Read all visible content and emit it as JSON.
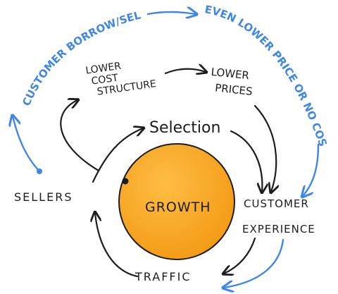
{
  "colors": {
    "ink": "#1c1c1c",
    "loop_blue": "#3f86e6",
    "growth_fill": "#f29a14",
    "growth_highlight": "#ffbd44"
  },
  "labels": {
    "customer_borrow_sell": "CUSTOMER BORROW/SELL",
    "even_lower_price": "EVEN LOWER PRICE OR NO COST",
    "lower_cost_line1": "LOWER",
    "lower_cost_line2": "COST",
    "lower_cost_line3": "STRUCTURE",
    "lower_prices_line1": "LOWER",
    "lower_prices_line2": "PRICES",
    "selection": "Selection",
    "sellers": "SELLERS",
    "growth": "GROWTH",
    "customer_experience_line1": "CUSTOMER",
    "customer_experience_line2": "EXPERIENCE",
    "traffic": "TRAFFIC"
  }
}
